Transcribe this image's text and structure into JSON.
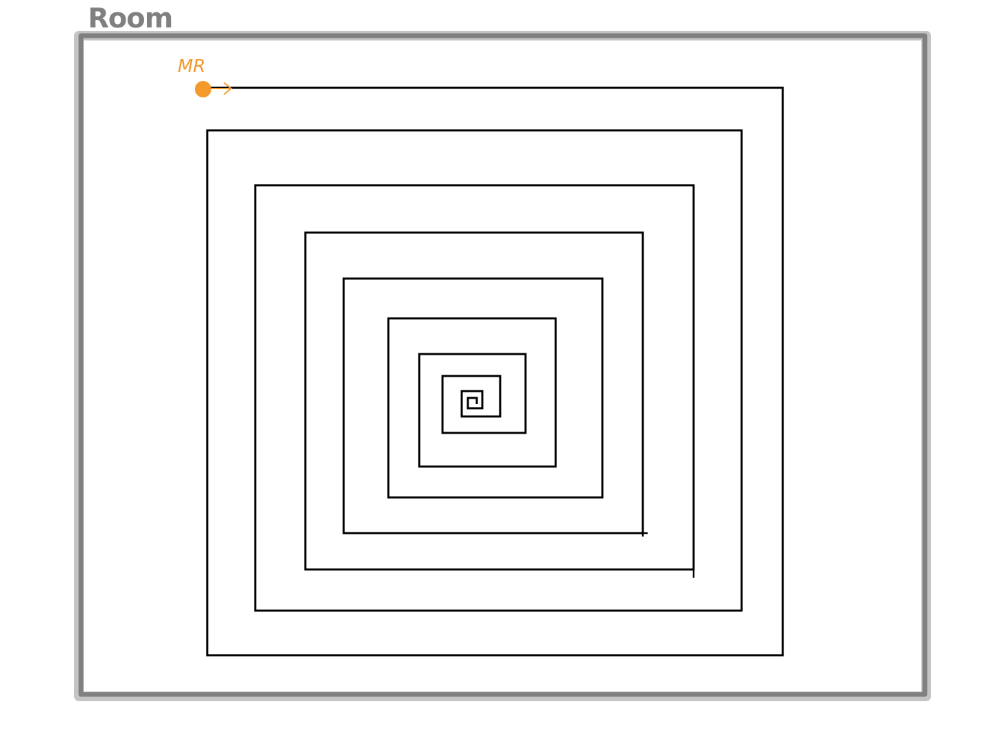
{
  "room": {
    "label": "Room",
    "wall_color": "#808080"
  },
  "robot": {
    "label": "MR",
    "color": "#F39A2B",
    "heading": "right"
  },
  "path": {
    "shape": "square-spiral",
    "direction": "clockwise-inward",
    "color": "#000000"
  }
}
